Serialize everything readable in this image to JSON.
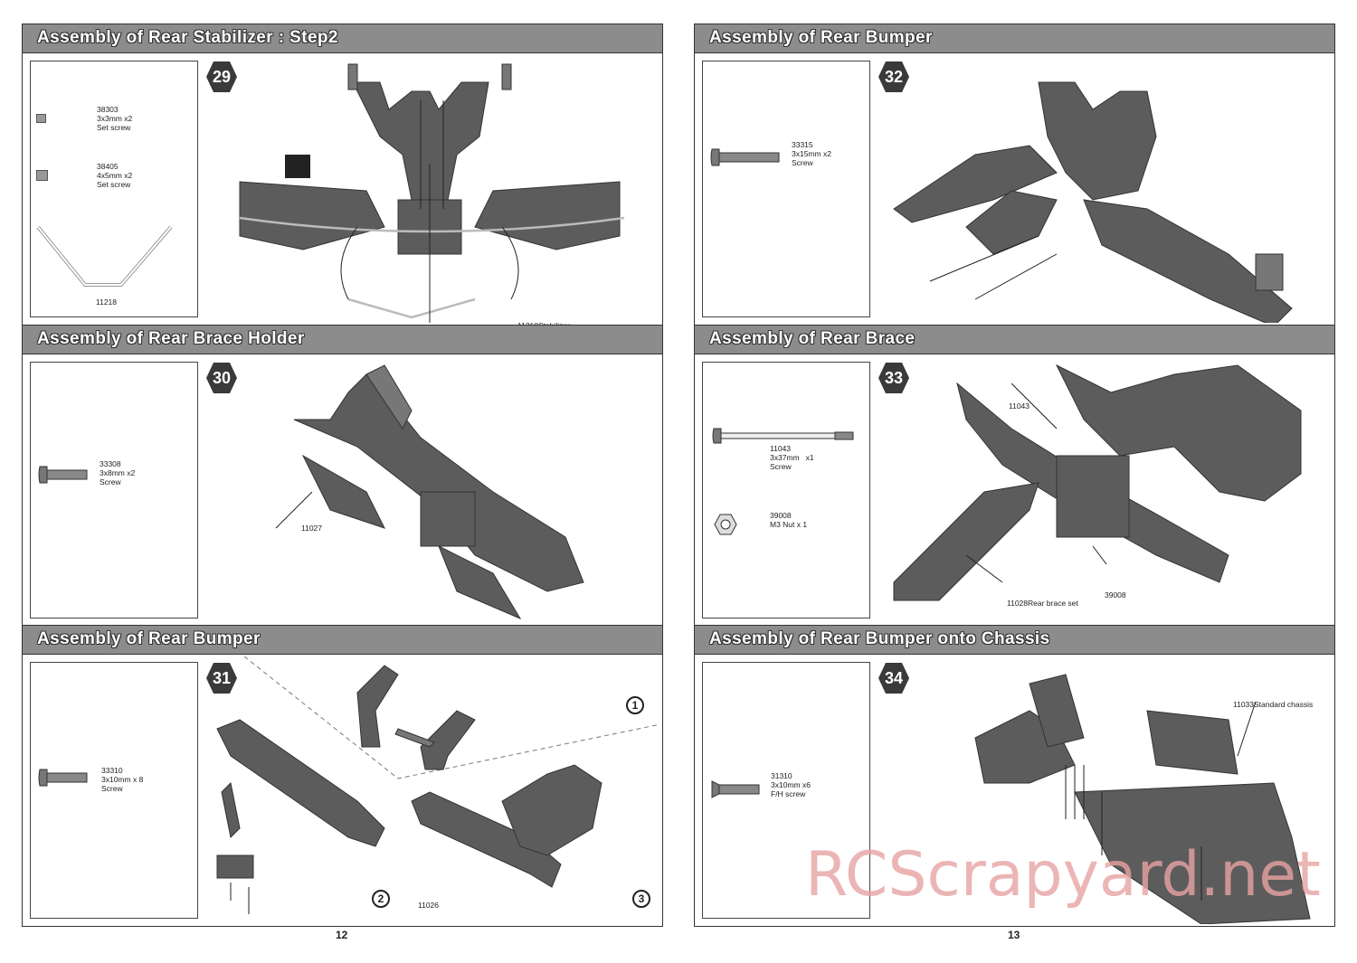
{
  "pages": [
    {
      "page_number": "12",
      "sections": [
        {
          "title": "Assembly of Rear Stabilizer : Step2",
          "step": "29",
          "parts": [
            {
              "code": "38303",
              "lines": [
                "3x3mm x2",
                "Set screw"
              ]
            },
            {
              "code": "38405",
              "lines": [
                "4x5mm x2",
                "Set screw"
              ]
            },
            {
              "code": "11218",
              "lines": []
            }
          ],
          "labels": [
            {
              "code": "11218",
              "text": "Stabilizer"
            }
          ]
        },
        {
          "title": "Assembly of  Rear Brace Holder",
          "step": "30",
          "parts": [
            {
              "code": "33308",
              "lines": [
                "3x8mm x2",
                "Screw"
              ]
            }
          ],
          "labels": [
            {
              "code": "11027",
              "text": ""
            }
          ]
        },
        {
          "title": "Assembly of Rear Bumper",
          "step": "31",
          "parts": [
            {
              "code": "33310",
              "lines": [
                "3x10mm x 8",
                "Screw"
              ]
            }
          ],
          "labels": [
            {
              "code": "11026",
              "text": ""
            }
          ],
          "substeps": [
            "1",
            "2",
            "3"
          ]
        }
      ]
    },
    {
      "page_number": "13",
      "sections": [
        {
          "title": "Assembly of Rear Bumper",
          "step": "32",
          "parts": [
            {
              "code": "33315",
              "lines": [
                "3x15mm x2",
                "Screw"
              ]
            }
          ],
          "labels": []
        },
        {
          "title": "Assembly of Rear Brace",
          "step": "33",
          "parts": [
            {
              "code": "11043",
              "lines": [
                "3x37mm   x1",
                "Screw"
              ]
            },
            {
              "code": "39008",
              "lines": [
                "M3 Nut x 1"
              ]
            }
          ],
          "labels": [
            {
              "code": "11043",
              "text": ""
            },
            {
              "code": "39008",
              "text": ""
            },
            {
              "code": "11028",
              "text": "Rear brace set"
            }
          ]
        },
        {
          "title": "Assembly of Rear Bumper onto Chassis",
          "step": "34",
          "parts": [
            {
              "code": "31310",
              "lines": [
                "3x10mm x6",
                "F/H screw"
              ]
            }
          ],
          "labels": [
            {
              "code": "11033",
              "text": "Standard chassis"
            }
          ]
        }
      ]
    }
  ],
  "watermark": "RCScrapyard.net",
  "colors": {
    "header_bg": "#8c8c8c",
    "header_text": "#ffffff",
    "badge": "#3a3a3a",
    "watermark": "#e8a3a3"
  },
  "icons": [
    "hex-step-badge",
    "thread-lock-icon",
    "screw-icon",
    "set-screw-icon",
    "nut-icon"
  ]
}
